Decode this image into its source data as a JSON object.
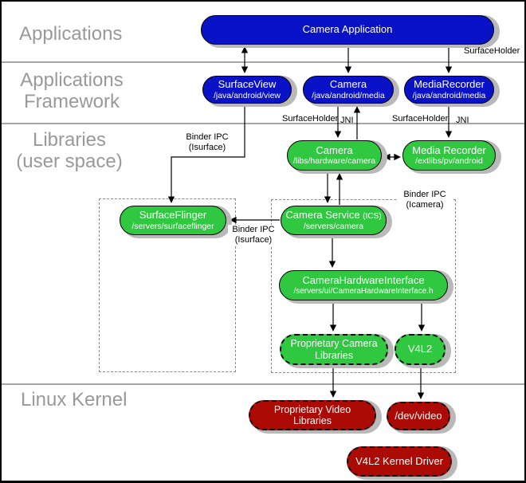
{
  "title": "Android camera architecture diagram",
  "colors": {
    "blue": "#0A12C8",
    "green": "#2FC840",
    "red": "#AC0A05",
    "shadow": "#B9B9B9",
    "layer_label": "#999999",
    "separator": "#A6A6A6",
    "line": "#000000"
  },
  "layers": {
    "applications": "Applications",
    "framework_line1": "Applications",
    "framework_line2": "Framework",
    "libraries_line1": "Libraries",
    "libraries_line2": "(user space)",
    "kernel": "Linux Kernel"
  },
  "nodes": {
    "camera_application": {
      "title": "Camera Application"
    },
    "surfaceview": {
      "title": "SurfaceView",
      "subtitle": "/java/android/view"
    },
    "camera_java": {
      "title": "Camera",
      "subtitle": "/java/android/media"
    },
    "mediarecorder_java": {
      "title": "MediaRecorder",
      "subtitle": "/java/android/media"
    },
    "camera_libs": {
      "title": "Camera",
      "subtitle": "/libs/hardware/camera"
    },
    "media_recorder_ext": {
      "title": "Media Recorder",
      "subtitle": "/extlibs/pv/android"
    },
    "surfaceflinger": {
      "title": "SurfaceFlinger",
      "subtitle": "/servers/surfaceflinger"
    },
    "camera_service": {
      "title": "Camera Service",
      "title_suffix": "(ICS)",
      "subtitle": "/servers/camera"
    },
    "camera_hardware_interface": {
      "title": "CameraHardwareInterface",
      "subtitle": "/servers/ui/CameraHardwareInterface.h"
    },
    "proprietary_camera_libraries": {
      "title": "Proprietary Camera Libraries"
    },
    "v4l2": {
      "title": "V4L2"
    },
    "proprietary_video_libraries": {
      "title": "Proprietary Video Libraries"
    },
    "dev_video": {
      "title": "/dev/video"
    },
    "v4l2_kernel_driver": {
      "title": "V4L2 Kernel Driver"
    }
  },
  "labels": {
    "surfaceholder_top": "SurfaceHolder",
    "surfaceholder_camera": "SurfaceHolder",
    "jni_camera": "JNI",
    "surfaceholder_mediarecorder": "SurfaceHolder",
    "jni_mediarecorder": "JNI",
    "binder_isurface_top_line1": "Binder IPC",
    "binder_isurface_top_line2": "(Isurface)",
    "binder_icamera_line1": "Binder IPC",
    "binder_icamera_line2": "(Icamera)",
    "binder_isurface_mid_line1": "Binder IPC",
    "binder_isurface_mid_line2": "(Isurface)"
  }
}
